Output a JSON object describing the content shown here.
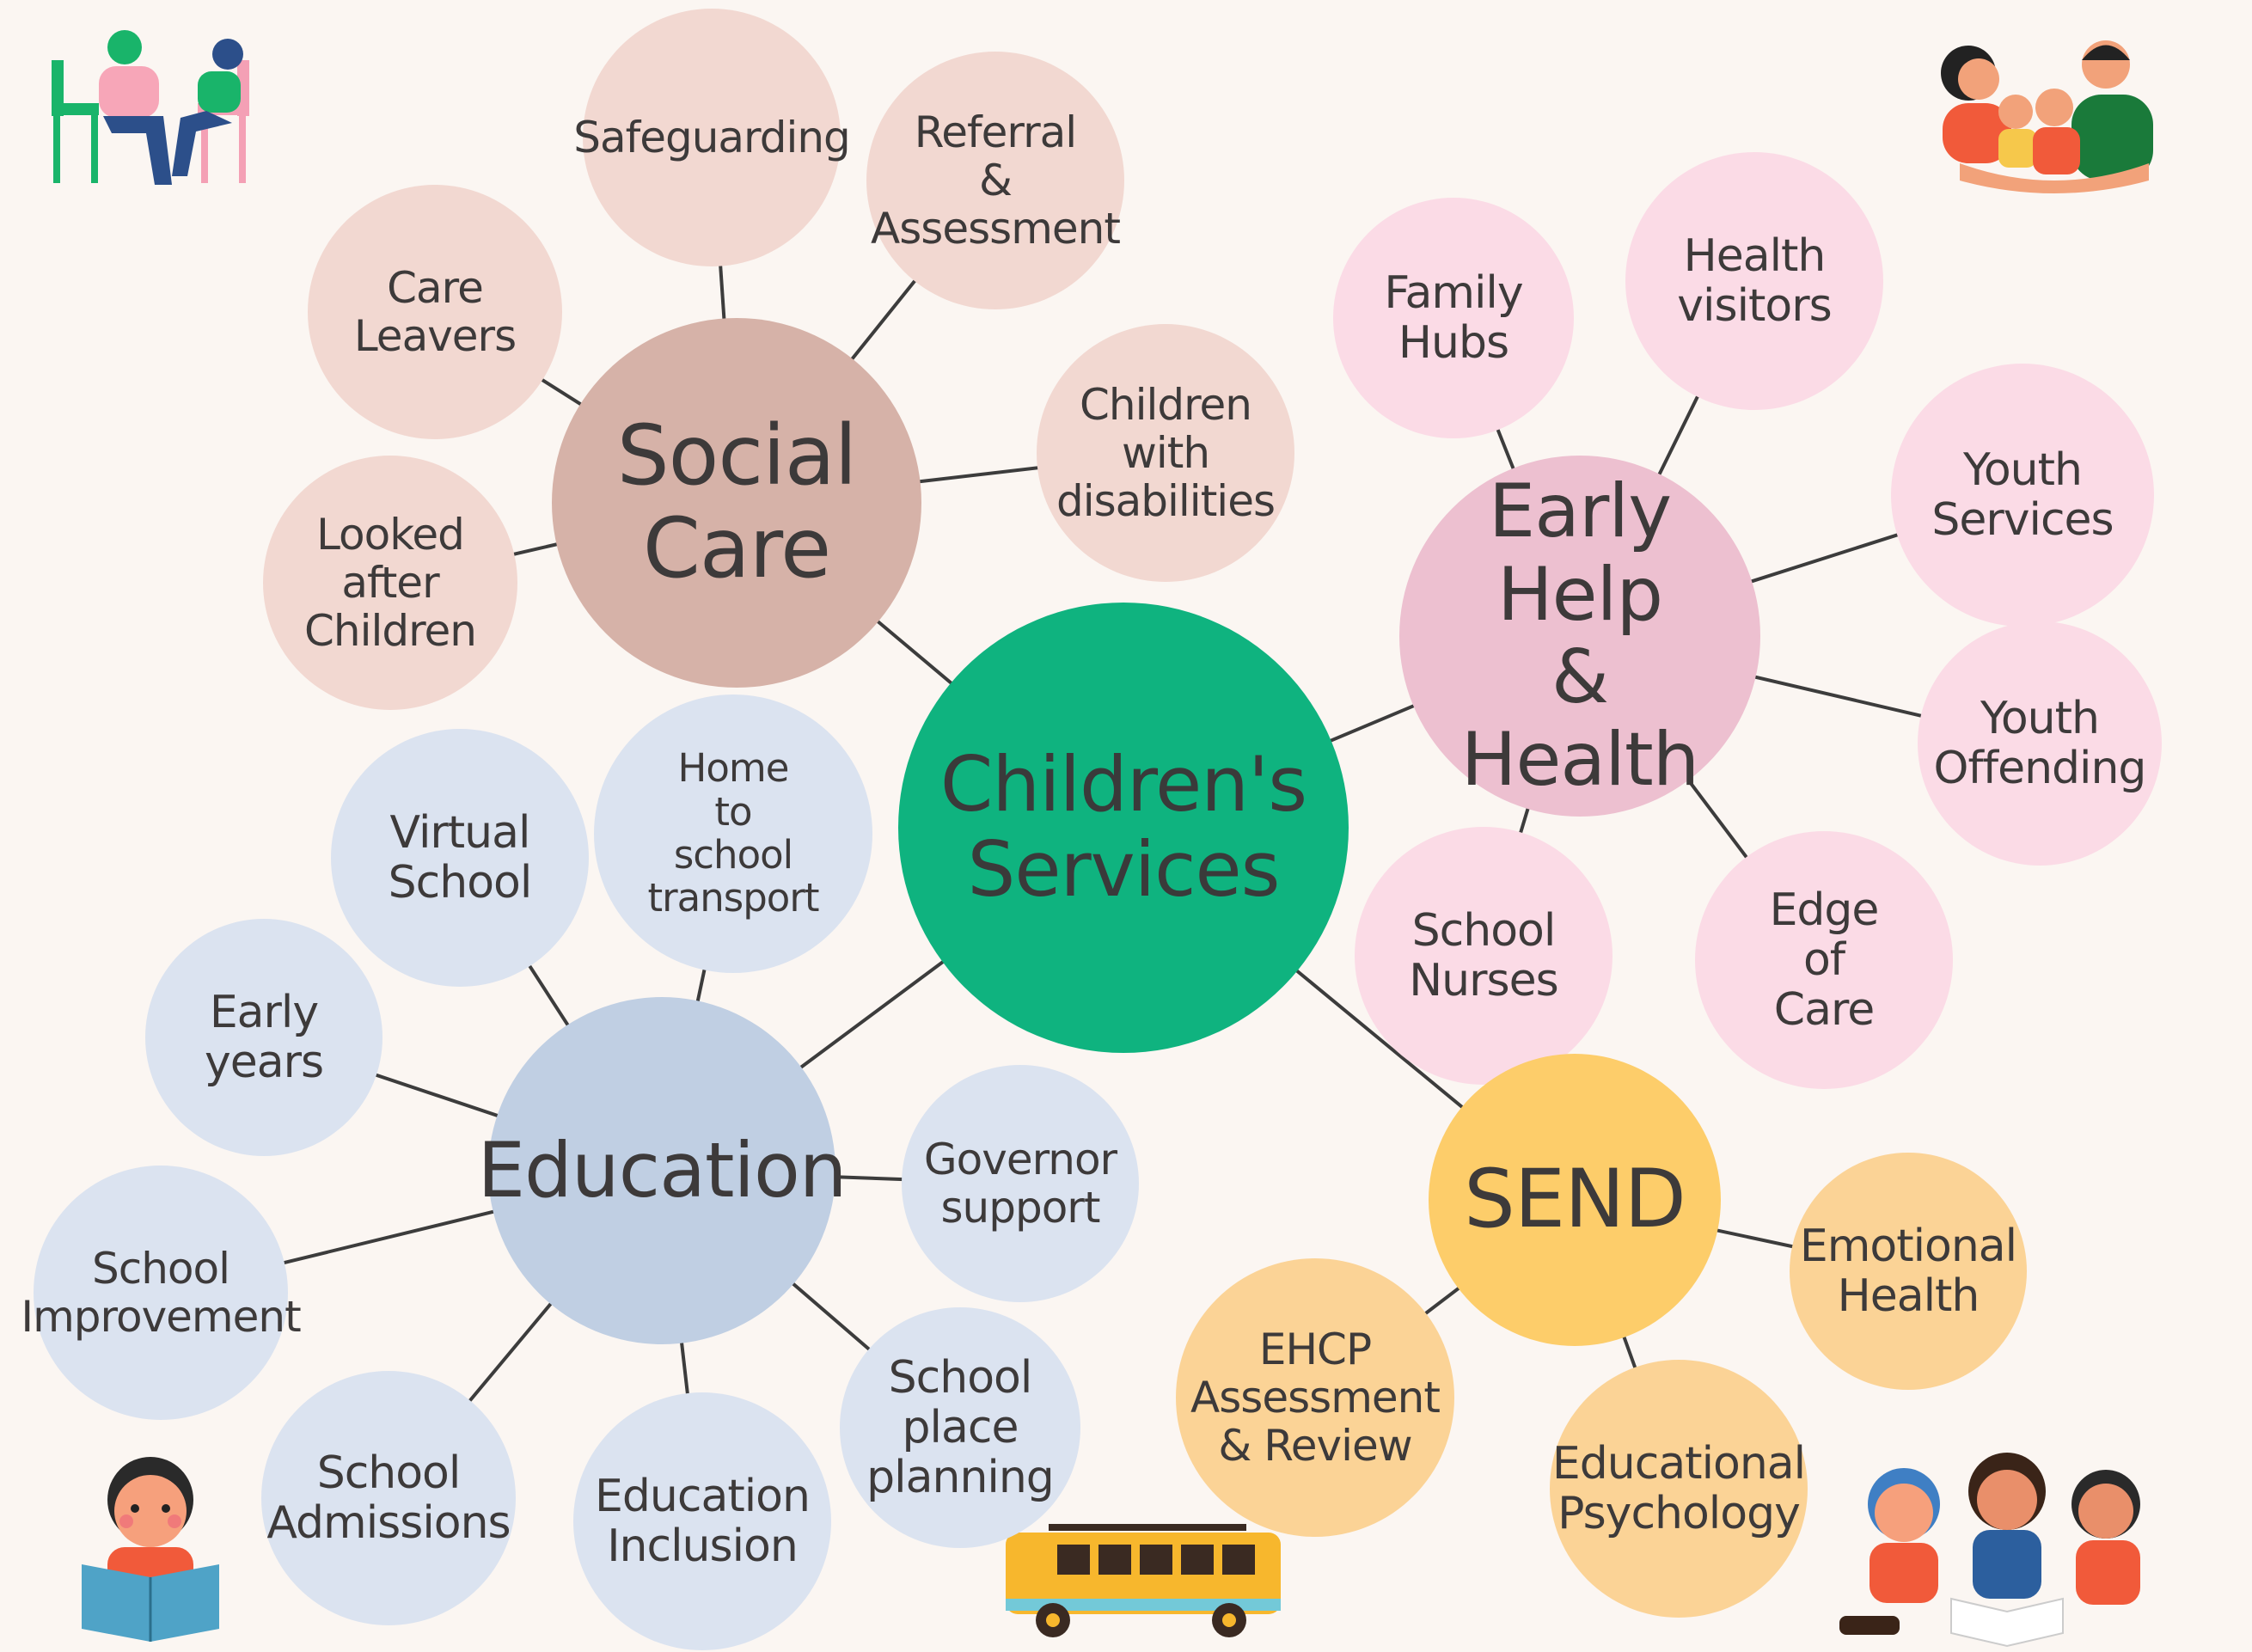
{
  "colors": {
    "background": "#fbf6f2",
    "edge": "#3c3c3c",
    "center": "#0fb37f",
    "social_hub": "#d6b2a8",
    "social_leaf": "#f2d8d1",
    "early_hub": "#edc0d0",
    "early_leaf": "#fbdbe6",
    "education_hub": "#c0cfe3",
    "education_leaf": "#dbe3f0",
    "send_hub": "#fdcd6a",
    "send_leaf": "#fbd396"
  },
  "diagram": {
    "center": {
      "label": "Children's\nServices"
    },
    "hubs": [
      {
        "id": "social-care",
        "label": "Social\nCare",
        "children": [
          {
            "id": "safeguarding",
            "label": "Safeguarding"
          },
          {
            "id": "referral-assessment",
            "label": "Referral\n&\nAssessment"
          },
          {
            "id": "care-leavers",
            "label": "Care\nLeavers"
          },
          {
            "id": "children-with-disabilities",
            "label": "Children\nwith\ndisabilities"
          },
          {
            "id": "looked-after-children",
            "label": "Looked\nafter\nChildren"
          }
        ]
      },
      {
        "id": "early-help-health",
        "label": "Early Help\n&\nHealth",
        "children": [
          {
            "id": "family-hubs",
            "label": "Family\nHubs"
          },
          {
            "id": "health-visitors",
            "label": "Health\nvisitors"
          },
          {
            "id": "youth-services",
            "label": "Youth\nServices"
          },
          {
            "id": "youth-offending",
            "label": "Youth\nOffending"
          },
          {
            "id": "edge-of-care",
            "label": "Edge\nof\nCare"
          },
          {
            "id": "school-nurses",
            "label": "School\nNurses"
          }
        ]
      },
      {
        "id": "education",
        "label": "Education",
        "children": [
          {
            "id": "virtual-school",
            "label": "Virtual\nSchool"
          },
          {
            "id": "home-to-school-transport",
            "label": "Home\nto\nschool\ntransport"
          },
          {
            "id": "early-years",
            "label": "Early\nyears"
          },
          {
            "id": "school-improvement",
            "label": "School\nImprovement"
          },
          {
            "id": "school-admissions",
            "label": "School\nAdmissions"
          },
          {
            "id": "education-inclusion",
            "label": "Education\nInclusion"
          },
          {
            "id": "school-place-planning",
            "label": "School\nplace\nplanning"
          },
          {
            "id": "governor-support",
            "label": "Governor\nsupport"
          }
        ]
      },
      {
        "id": "send",
        "label": "SEND",
        "children": [
          {
            "id": "emotional-health",
            "label": "Emotional\nHealth"
          },
          {
            "id": "educational-psychology",
            "label": "Educational\nPsychology"
          },
          {
            "id": "ehcp-assessment-review",
            "label": "EHCP\nAssessment\n& Review"
          }
        ]
      }
    ]
  },
  "illustrations": [
    {
      "id": "top-left",
      "icon": "counselling-illustration"
    },
    {
      "id": "top-right",
      "icon": "family-hug-illustration"
    },
    {
      "id": "bottom-left",
      "icon": "reading-boy-illustration"
    },
    {
      "id": "bottom-center",
      "icon": "school-bus-illustration"
    },
    {
      "id": "bottom-right",
      "icon": "children-reading-illustration"
    }
  ]
}
